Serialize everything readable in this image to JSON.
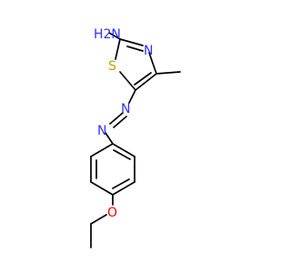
{
  "atoms": {
    "amine": {
      "label": "H2N",
      "color": "#3030ff"
    },
    "n_ring": {
      "label": "N",
      "color": "#3030ff"
    },
    "s_ring": {
      "label": "S",
      "color": "#b8a400"
    },
    "n_azo_top": {
      "label": "N",
      "color": "#3030ff"
    },
    "n_azo_bottom": {
      "label": "N",
      "color": "#3030ff"
    },
    "o_ether": {
      "label": "O",
      "color": "#ff0000"
    }
  },
  "colors": {
    "bond": "#000000",
    "background": "#ffffff"
  }
}
